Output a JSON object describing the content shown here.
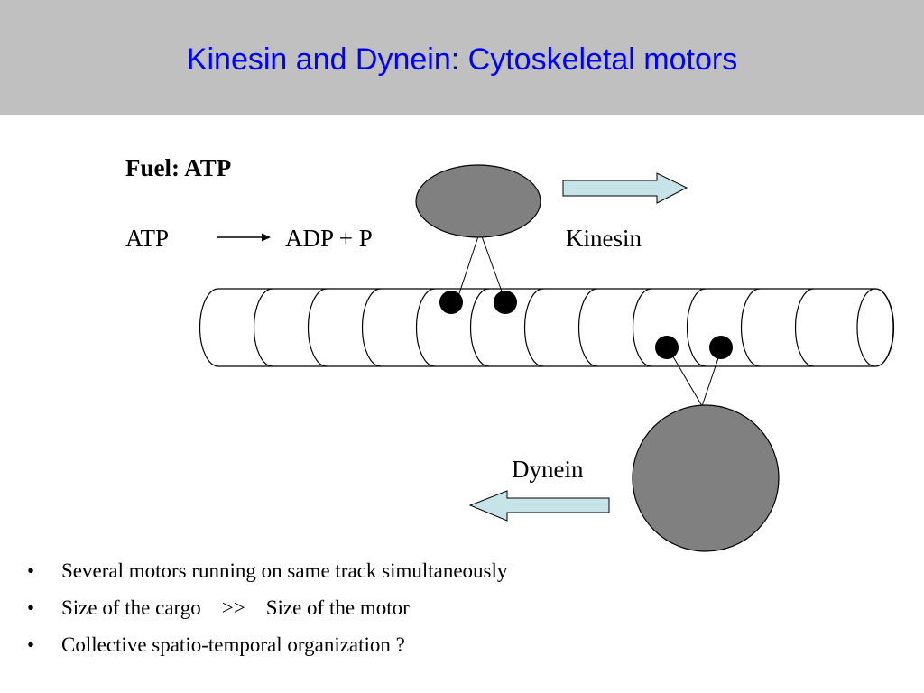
{
  "slide": {
    "title": "Kinesin and Dynein: Cytoskeletal motors",
    "header_color": "#c0c0c0",
    "title_color": "#0000ff"
  },
  "fuel": {
    "heading": "Fuel: ATP",
    "reactant": "ATP",
    "products": "ADP + P"
  },
  "motors": {
    "kinesin_label": "Kinesin",
    "dynein_label": "Dynein",
    "motor_fill": "#808080",
    "arrow_fill": "#c6e4e8"
  },
  "bullets": [
    {
      "marker": "•",
      "text": "Several motors running on same track simultaneously"
    },
    {
      "marker": "•",
      "text": "Size of the cargo    >>    Size of the motor"
    },
    {
      "marker": "•",
      "text": "Collective spatio-temporal organization ?"
    }
  ]
}
